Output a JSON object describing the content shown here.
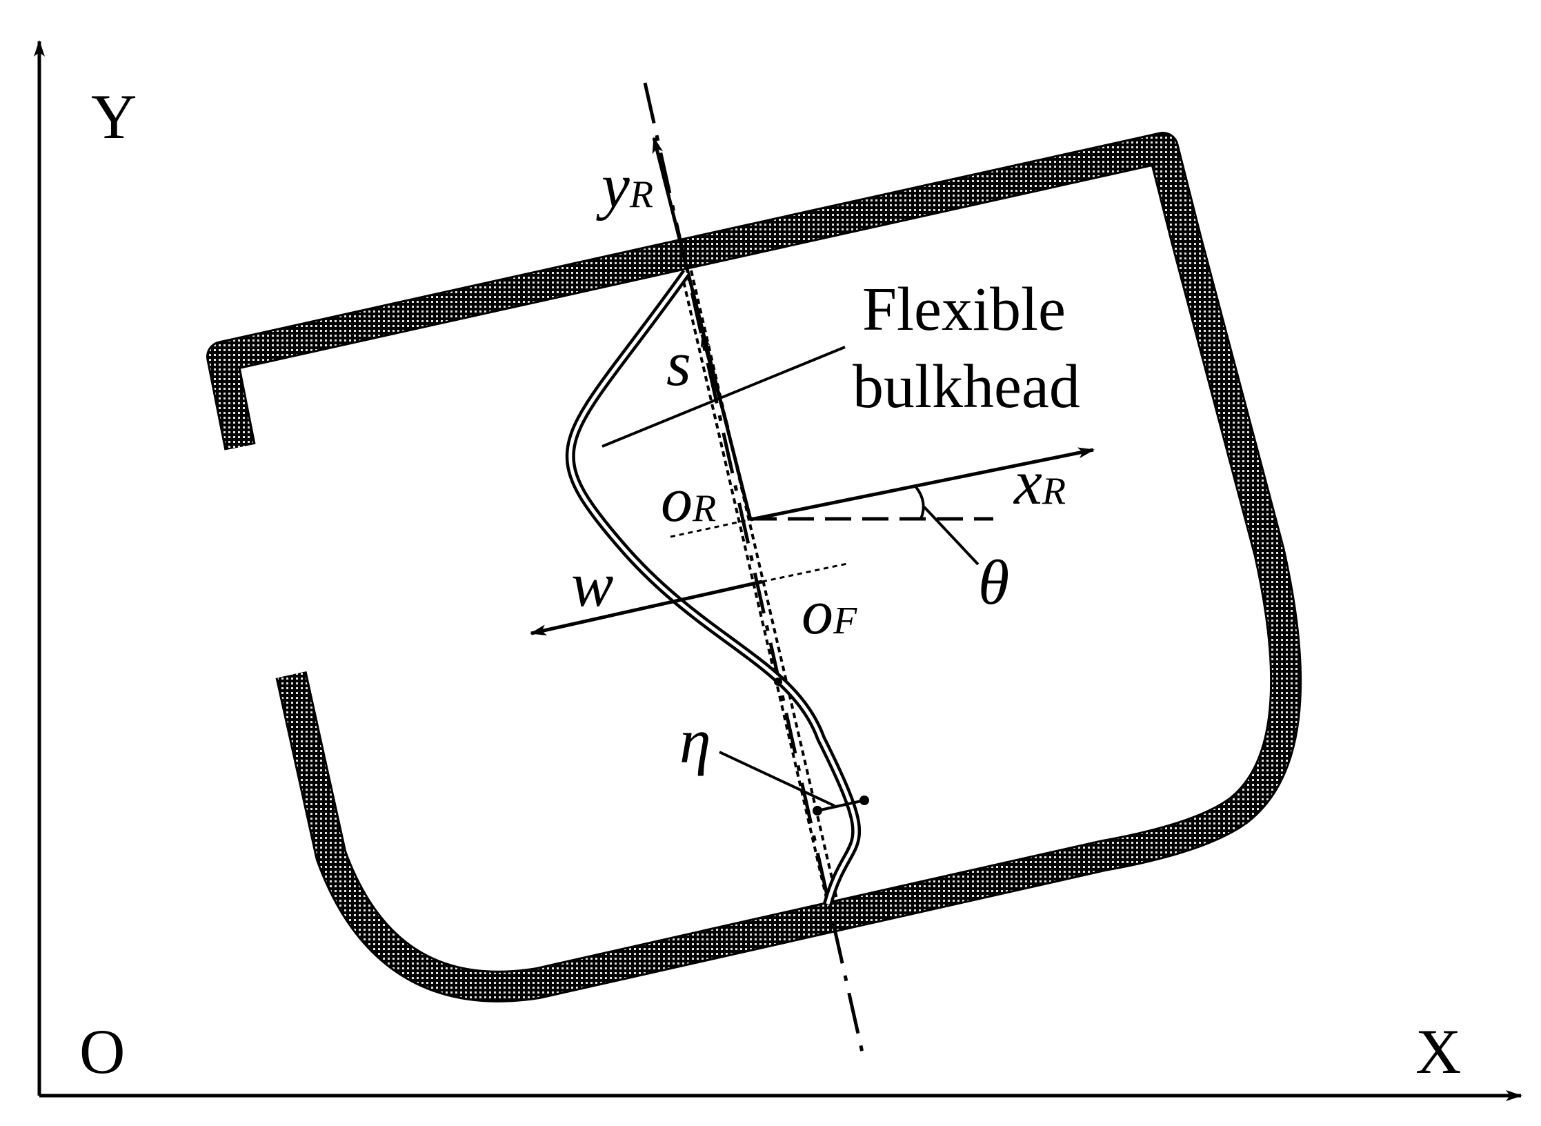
{
  "axes": {
    "y_label": "Y",
    "x_label": "X",
    "origin_label": "O"
  },
  "frames": {
    "rigid": {
      "y_axis": {
        "symbol": "y",
        "subscript": "R"
      },
      "x_axis": {
        "symbol": "x",
        "subscript": "R"
      },
      "origin": {
        "symbol": "o",
        "subscript": "R"
      }
    },
    "flexible": {
      "origin": {
        "symbol": "o",
        "subscript": "F"
      },
      "w_axis": "w",
      "s_axis": "s"
    }
  },
  "angle_label": "θ",
  "deflection_label": "η",
  "bulkhead_label": [
    "Flexible",
    "bulkhead"
  ],
  "colors": {
    "ink": "#000000",
    "hull_dots": "#ffffff",
    "background": "#ffffff"
  }
}
